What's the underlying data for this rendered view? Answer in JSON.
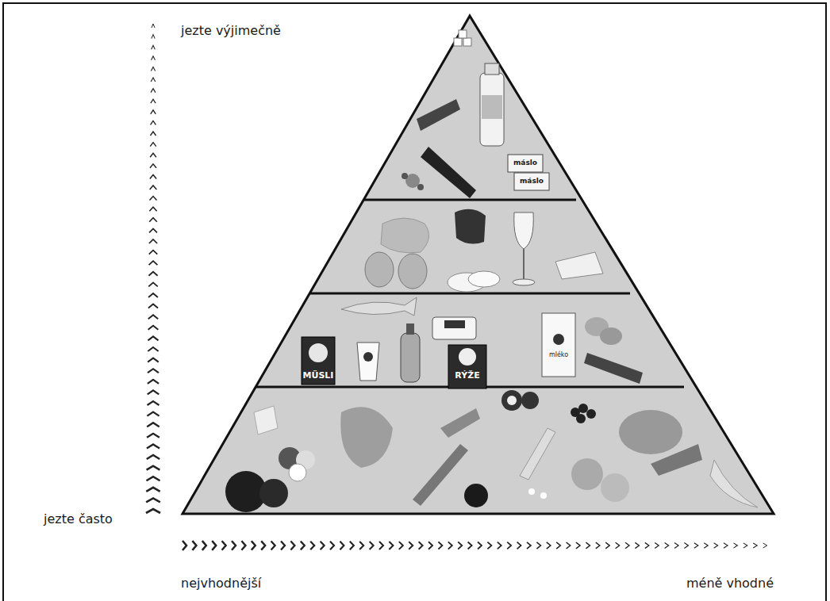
{
  "diagram": {
    "labels": [
      "jezte výjimečně",
      "jezte často",
      "nejvhodnější",
      "méně vhodné",
      "máslo",
      "máslo",
      "MÜSLI",
      "RÝŽE",
      "mléko"
    ]
  }
}
